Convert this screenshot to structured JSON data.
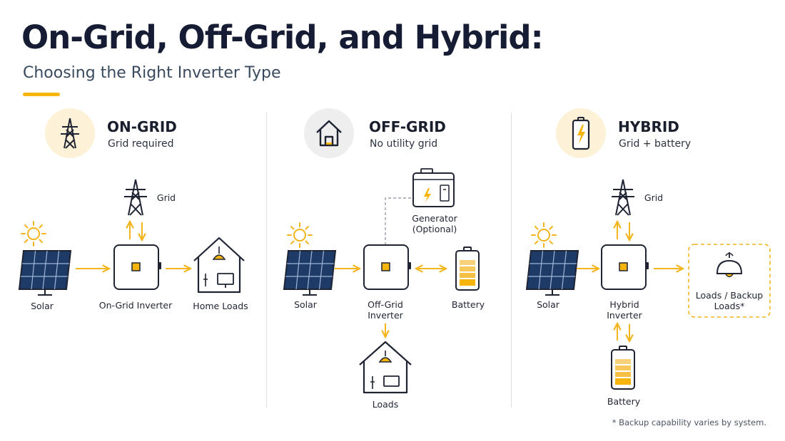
{
  "header": {
    "title": "On-Grid, Off-Grid, and Hybrid:",
    "subtitle": "Choosing the Right Inverter Type"
  },
  "colors": {
    "accent": "#f5b50c",
    "arrow": "#f2b51d",
    "ink": "#1f2433",
    "panel": "#1e3a66",
    "on_grid_circle": "#fdf1d8",
    "off_grid_circle": "#eeeeee",
    "hybrid_circle": "#fdf1d8"
  },
  "sections": [
    {
      "title": "ON-GRID",
      "subtitle": "Grid required",
      "header_icon": "transmission-tower-icon",
      "labels": {
        "grid": "Grid",
        "solar": "Solar",
        "inverter": "On-Grid Inverter",
        "loads": "Home Loads"
      }
    },
    {
      "title": "OFF-GRID",
      "subtitle": "No utility grid",
      "header_icon": "house-icon",
      "labels": {
        "generator": "Generator (Optional)",
        "solar": "Solar",
        "inverter": "Off-Grid Inverter",
        "battery": "Battery",
        "loads": "Loads"
      }
    },
    {
      "title": "HYBRID",
      "subtitle": "Grid + battery",
      "header_icon": "battery-charging-icon",
      "labels": {
        "grid": "Grid",
        "solar": "Solar",
        "inverter": "Hybrid Inverter",
        "loads": "Loads / Backup Loads*",
        "battery": "Battery"
      }
    }
  ],
  "footnote": "* Backup capability varies by system."
}
